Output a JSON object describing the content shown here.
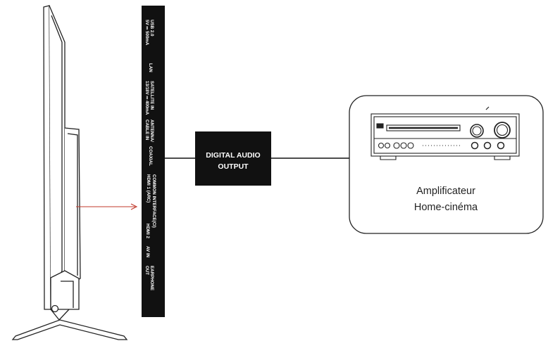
{
  "tv_panel": {
    "ports": [
      {
        "id": "usb",
        "lines": [
          "USB 2.0",
          "5V ⎓ 500mA"
        ]
      },
      {
        "id": "lan",
        "lines": [
          "LAN"
        ]
      },
      {
        "id": "satellite",
        "lines": [
          "SATELLITE IN",
          "13/18V ⎓ 400mA"
        ]
      },
      {
        "id": "antenna",
        "lines": [
          "ANTENNA/",
          "CABLE IN"
        ]
      },
      {
        "id": "coaxial",
        "lines": [
          "COAXIAL"
        ]
      },
      {
        "id": "hdmi1",
        "lines": [
          "COMMON INTERFACE(CI)",
          "HDMI 1 (ARC)"
        ]
      },
      {
        "id": "hdmi2",
        "lines": [
          "HDMI 2"
        ]
      },
      {
        "id": "av",
        "lines": [
          "AV IN"
        ]
      },
      {
        "id": "earphone",
        "lines": [
          "EARPHONE",
          "OUT"
        ]
      }
    ]
  },
  "connection_box": {
    "line1": "DIGITAL AUDIO",
    "line2": "OUTPUT"
  },
  "amplifier": {
    "caption_line1": "Amplificateur",
    "caption_line2": "Home-cinéma"
  },
  "colors": {
    "arrow": "#c0392b",
    "panel": "#111111",
    "box": "#111111",
    "outline": "#222222"
  }
}
